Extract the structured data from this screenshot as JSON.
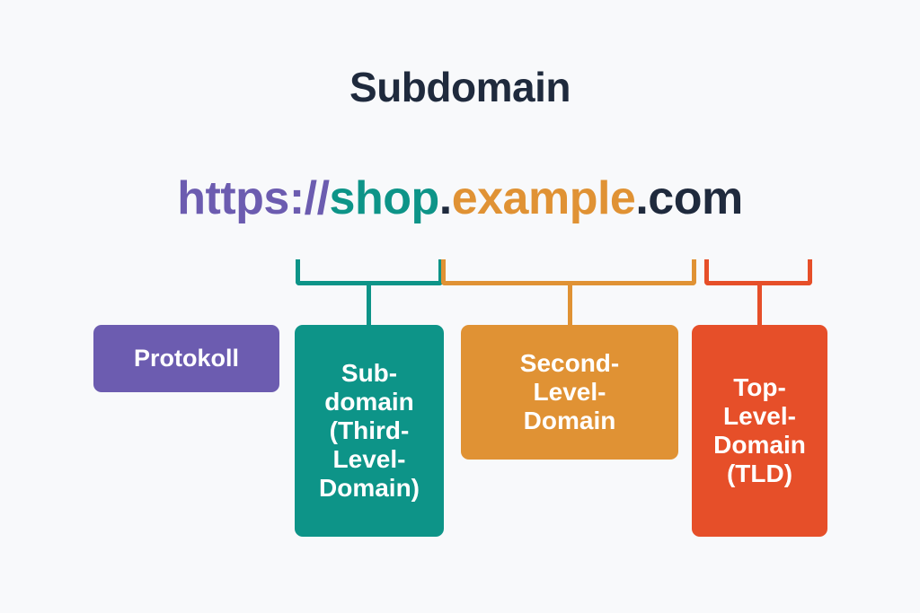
{
  "diagram": {
    "title": "Subdomain",
    "background_color": "#f8f9fb",
    "title_color": "#1f2a3d",
    "url": {
      "full_text": "https://shop.example.com",
      "segments": [
        {
          "text": "https://",
          "role": "protocol",
          "color": "#6c5cb0"
        },
        {
          "text": "shop",
          "role": "subdomain",
          "color": "#0d9488"
        },
        {
          "text": ".",
          "role": "separator",
          "color": "#1f2a3d"
        },
        {
          "text": "example",
          "role": "second-level-domain",
          "color": "#e09234"
        },
        {
          "text": ".com",
          "role": "top-level-domain",
          "color": "#1f2a3d"
        }
      ]
    },
    "brackets": [
      {
        "name": "subdomain-bracket",
        "color": "#0d9488"
      },
      {
        "name": "second-level-domain-bracket",
        "color": "#e09234"
      },
      {
        "name": "top-level-domain-bracket",
        "color": "#e64f29"
      }
    ],
    "labels": [
      {
        "name": "protocol",
        "text": "Protokoll",
        "color": "#6c5cb0"
      },
      {
        "name": "subdomain",
        "text": "Sub-\ndomain\n(Third-\nLevel-\nDomain)",
        "color": "#0d9488"
      },
      {
        "name": "second-level-domain",
        "text": "Second-\nLevel-\nDomain",
        "color": "#e09234"
      },
      {
        "name": "top-level-domain",
        "text": "Top-\nLevel-\nDomain\n(TLD)",
        "color": "#e64f29"
      }
    ]
  }
}
